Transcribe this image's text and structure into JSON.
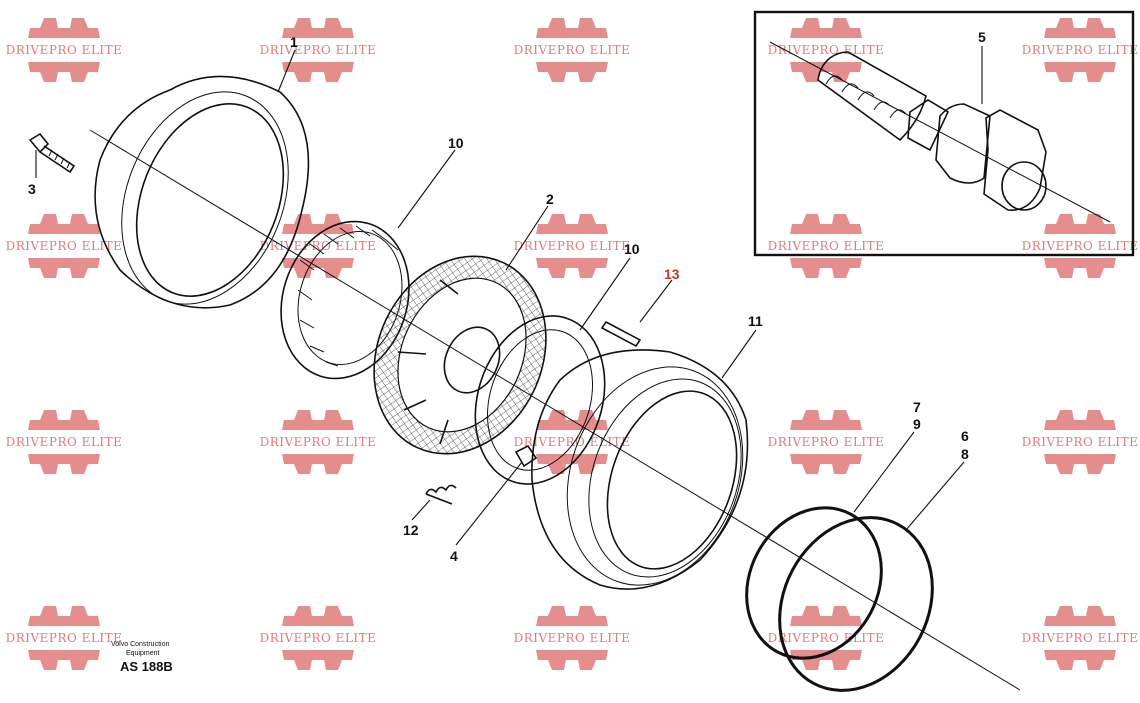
{
  "callouts": [
    {
      "id": "1",
      "label": "1"
    },
    {
      "id": "2",
      "label": "2"
    },
    {
      "id": "3",
      "label": "3"
    },
    {
      "id": "4",
      "label": "4"
    },
    {
      "id": "5",
      "label": "5"
    },
    {
      "id": "6",
      "label": "6"
    },
    {
      "id": "7",
      "label": "7"
    },
    {
      "id": "8",
      "label": "8"
    },
    {
      "id": "9",
      "label": "9"
    },
    {
      "id": "10a",
      "label": "10"
    },
    {
      "id": "10b",
      "label": "10"
    },
    {
      "id": "11",
      "label": "11"
    },
    {
      "id": "12",
      "label": "12"
    },
    {
      "id": "13",
      "label": "13"
    }
  ],
  "watermark": {
    "text": "DRIVEPRO ELITE",
    "color": "#e07a7a"
  },
  "manufacturer": {
    "line1": "Volvo Construction",
    "line2": "Equipment"
  },
  "drawing_code": "AS 188B",
  "colors": {
    "line": "#111111",
    "highlight_callout": "#c0392b"
  }
}
